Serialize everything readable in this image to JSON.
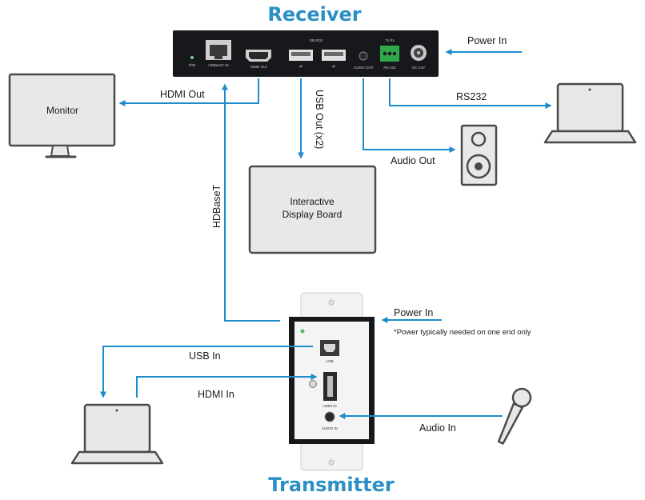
{
  "titles": {
    "receiver": "Receiver",
    "transmitter": "Transmitter"
  },
  "receiver_ports": {
    "pw": "P/W",
    "hdbaset_in": "HDBaseT IN",
    "hdmi_out": "HDMI Out",
    "device": "DEVICE",
    "audio_out": "AUDIO OUT",
    "rs232": "RS-232",
    "dc": "DC 24V",
    "txrx": "Tx Rx"
  },
  "transmitter_ports": {
    "usb": "USB",
    "hdmi_in": "HDMI IN",
    "audio_in": "AUDIO IN"
  },
  "connections": {
    "power_in_receiver": "Power In",
    "hdmi_out": "HDMI Out",
    "usb_out": "USB Out (x2)",
    "rs232": "RS232",
    "audio_out": "Audio Out",
    "hdbaset": "HDBaseT",
    "power_in_transmitter": "Power In",
    "power_note": "*Power typically needed on one end only",
    "usb_in": "USB In",
    "hdmi_in": "HDMI In",
    "audio_in": "Audio In"
  },
  "devices": {
    "monitor": "Monitor",
    "board_line1": "Interactive",
    "board_line2": "Display Board"
  },
  "colors": {
    "wire": "#1d8ccd",
    "title": "#2a8fc4",
    "device_fill": "#e8e8e8",
    "receiver_body": "#16181c"
  }
}
